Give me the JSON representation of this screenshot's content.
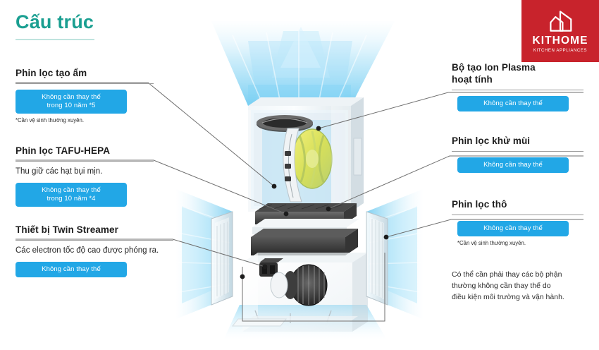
{
  "page": {
    "title": "Cấu trúc",
    "accent_teal": "#1a9f91",
    "pill_blue": "#22a7e6",
    "logo_red": "#c8232c"
  },
  "logo": {
    "name": "KITHOME",
    "tagline": "KITCHEN APPLIANCES",
    "icon": "house-icon"
  },
  "left_callouts": [
    {
      "heading": "Phin lọc tạo ẩm",
      "description": "",
      "pill": "Không cần thay thế\ntrong 10 năm *5",
      "note": "*Cần vệ sinh thường xuyên."
    },
    {
      "heading": "Phin lọc TAFU-HEPA",
      "description": "Thu giữ các hạt bụi mịn.",
      "pill": "Không cần thay thế\ntrong 10 năm *4",
      "note": ""
    },
    {
      "heading": "Thiết bị Twin Streamer",
      "description": "Các electron tốc độ cao được phóng ra.",
      "pill": "Không cần thay thế",
      "note": ""
    }
  ],
  "right_callouts": [
    {
      "heading": "Bộ tạo Ion Plasma\nhoạt tính",
      "description": "",
      "pill": "Không cần thay thế",
      "note": ""
    },
    {
      "heading": "Phin lọc khử mùi",
      "description": "",
      "pill": "Không cần thay thế",
      "note": ""
    },
    {
      "heading": "Phin lọc thô",
      "description": "",
      "pill": "Không cần thay thế",
      "note": "*Cần vệ sinh thường xuyên."
    }
  ],
  "footnote": "Có thể cần phải thay các bộ phận\nthường không cần thay thế do\nđiều kiện môi trường và vận hành.",
  "product": {
    "alt": "air-purifier-cutaway-diagram"
  }
}
